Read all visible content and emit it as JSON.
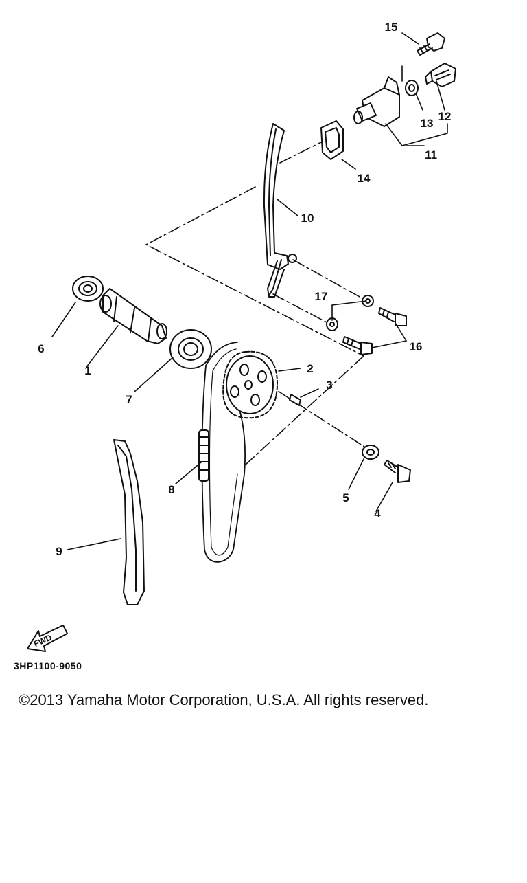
{
  "diagram": {
    "code": "3HP1100-9050",
    "copyright": "©2013 Yamaha Motor Corporation, U.S.A. All rights reserved.",
    "fwd_label": "FWD",
    "callouts": [
      {
        "id": "1",
        "label": "1"
      },
      {
        "id": "2",
        "label": "2"
      },
      {
        "id": "3",
        "label": "3"
      },
      {
        "id": "4",
        "label": "4"
      },
      {
        "id": "5",
        "label": "5"
      },
      {
        "id": "6",
        "label": "6"
      },
      {
        "id": "7",
        "label": "7"
      },
      {
        "id": "8",
        "label": "8"
      },
      {
        "id": "9",
        "label": "9"
      },
      {
        "id": "10",
        "label": "10"
      },
      {
        "id": "11",
        "label": "11"
      },
      {
        "id": "12",
        "label": "12"
      },
      {
        "id": "13",
        "label": "13"
      },
      {
        "id": "14",
        "label": "14"
      },
      {
        "id": "15",
        "label": "15"
      },
      {
        "id": "16",
        "label": "16"
      },
      {
        "id": "17",
        "label": "17"
      }
    ]
  }
}
